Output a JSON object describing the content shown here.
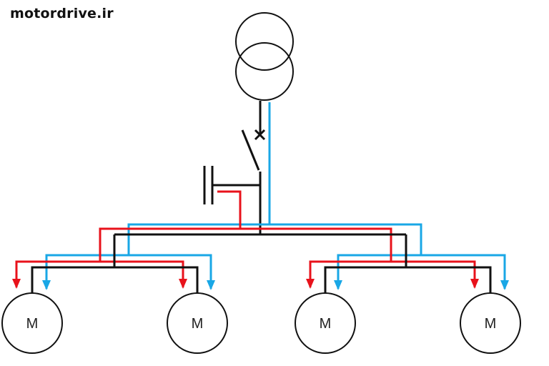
{
  "watermark": "motordrive.ir",
  "motors": [
    {
      "label": "M"
    },
    {
      "label": "M"
    },
    {
      "label": "M"
    },
    {
      "label": "M"
    }
  ],
  "colors": {
    "main": "#111111",
    "red_path": "#e8121b",
    "blue_path": "#19a7e6"
  }
}
